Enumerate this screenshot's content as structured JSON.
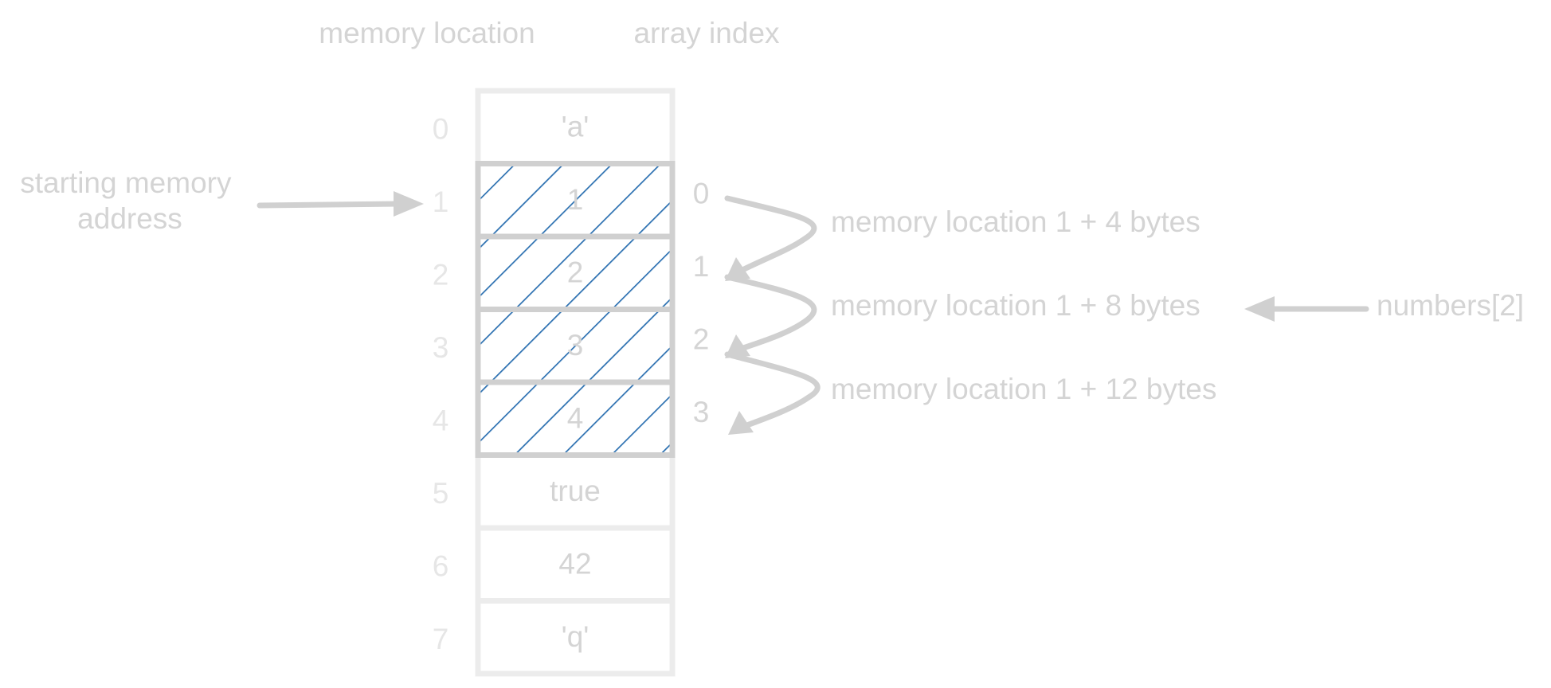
{
  "headers": {
    "memory_location": "memory location",
    "array_index": "array index"
  },
  "cells": [
    {
      "address": "0",
      "value": "'a'",
      "array_element": false
    },
    {
      "address": "1",
      "value": "1",
      "array_element": true
    },
    {
      "address": "2",
      "value": "2",
      "array_element": true
    },
    {
      "address": "3",
      "value": "3",
      "array_element": true
    },
    {
      "address": "4",
      "value": "4",
      "array_element": true
    },
    {
      "address": "5",
      "value": "true",
      "array_element": false
    },
    {
      "address": "6",
      "value": "42",
      "array_element": false
    },
    {
      "address": "7",
      "value": "'q'",
      "array_element": false
    }
  ],
  "array_indices": [
    "0",
    "1",
    "2",
    "3"
  ],
  "offsets": [
    "memory location 1 + 4 bytes",
    "memory location 1 + 8 bytes",
    "memory location 1 + 12 bytes"
  ],
  "start_label": {
    "line1": "starting memory",
    "line2": "address"
  },
  "access_label": "numbers[2]",
  "colors": {
    "text": "#d4d4d4",
    "address_text": "#e6e6e6",
    "cell_border": "#ececec",
    "array_border": "#d0d0d0",
    "hatch": "#2a6fb0",
    "arrow": "#d0d0d0"
  }
}
